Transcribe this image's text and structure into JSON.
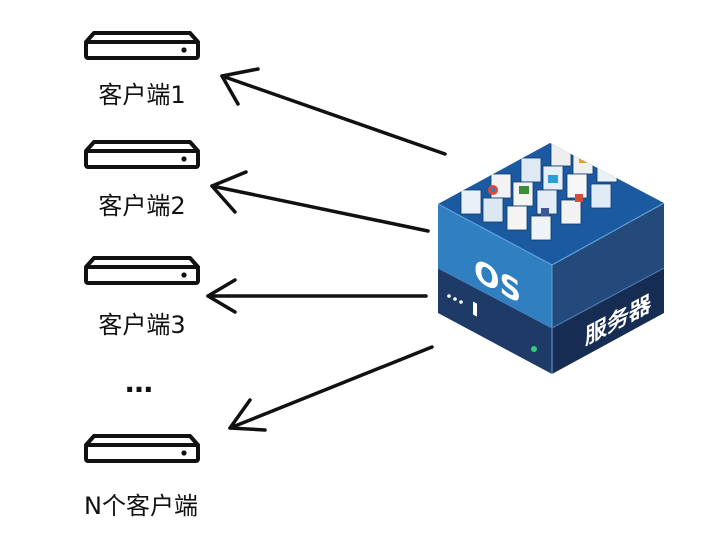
{
  "clients": [
    {
      "label": "客户端1"
    },
    {
      "label": "客户端2"
    },
    {
      "label": "客户端3"
    }
  ],
  "ellipsis": "…",
  "last_client": {
    "label": "N个客户端"
  },
  "server": {
    "os_label": "OS",
    "name_label": "服务器",
    "colors": {
      "top": "#1b5aa0",
      "left": "#2f7fc1",
      "right": "#234a7a",
      "base_left": "#1e3a66",
      "base_right": "#162c52"
    }
  },
  "arrow_color": "#111111"
}
